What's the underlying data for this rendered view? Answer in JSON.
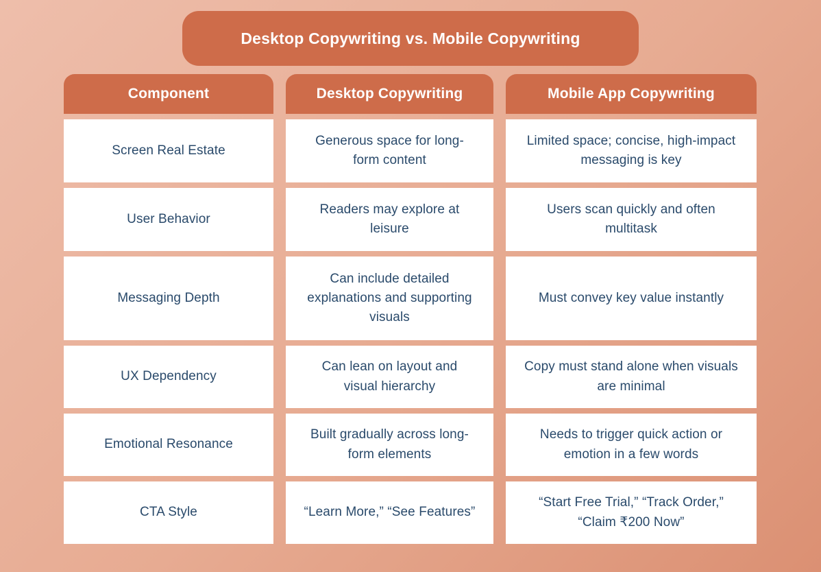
{
  "chart_data": {
    "type": "table",
    "title": "Desktop Copywriting vs. Mobile Copywriting",
    "columns": [
      "Component",
      "Desktop Copywriting",
      "Mobile App Copywriting"
    ],
    "rows": [
      [
        "Screen Real Estate",
        "Generous space for long-form content",
        "Limited space; concise, high-impact messaging is key"
      ],
      [
        "User Behavior",
        "Readers may explore at leisure",
        "Users scan quickly and often multitask"
      ],
      [
        "Messaging Depth",
        "Can include detailed explanations and supporting visuals",
        "Must convey key value instantly"
      ],
      [
        "UX Dependency",
        "Can lean on layout and visual hierarchy",
        "Copy must stand alone when visuals are minimal"
      ],
      [
        "Emotional Resonance",
        "Built gradually across long-form elements",
        "Needs to trigger quick action or emotion in a few words"
      ],
      [
        "CTA Style",
        "“Learn More,” “See Features”",
        "“Start Free Trial,” “Track Order,” “Claim ₹200 Now”"
      ]
    ],
    "legend": "none",
    "grid": "off"
  },
  "colors": {
    "accent_orange": "#CE6C4A",
    "text_navy": "#2A4A6B",
    "cell_background": "#FFFFFF",
    "page_gradient_start": "#EEBEAB",
    "page_gradient_end": "#DB9073"
  }
}
